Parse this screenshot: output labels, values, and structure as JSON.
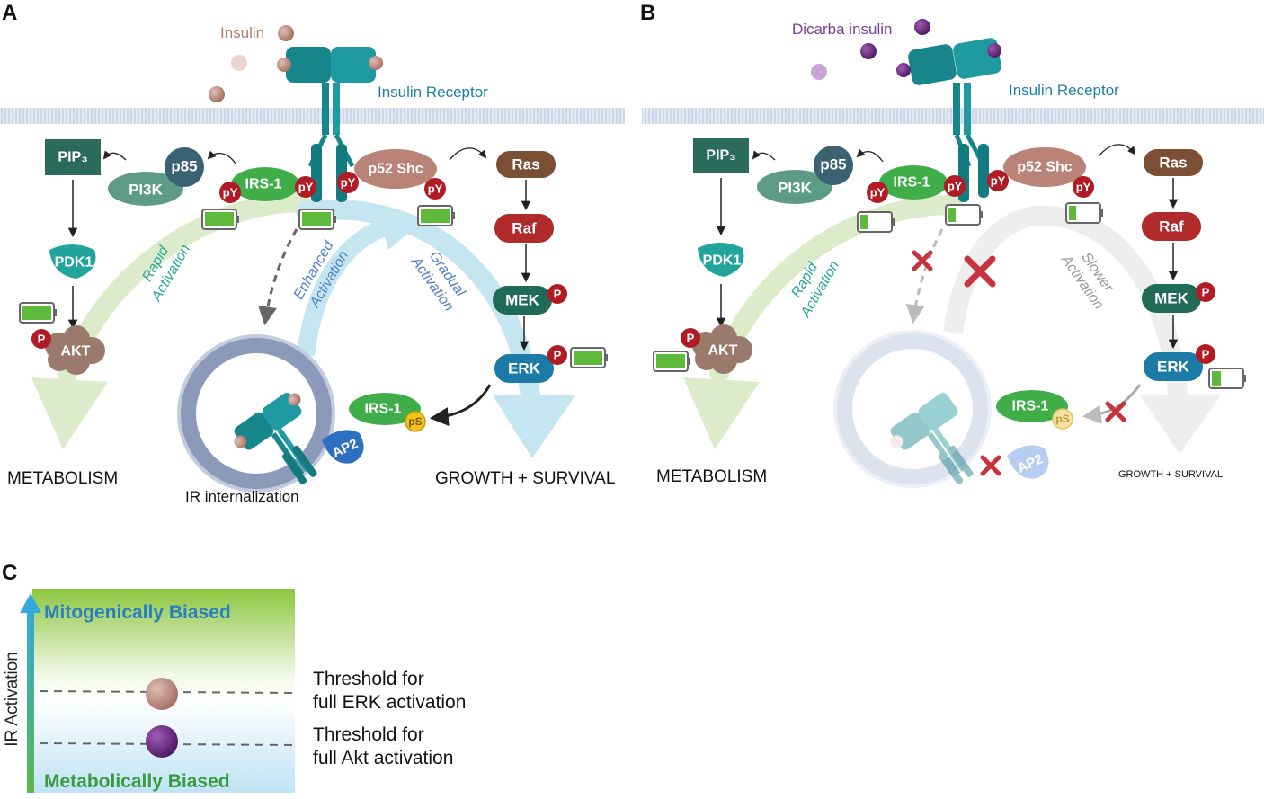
{
  "panels": {
    "a": {
      "label": "A",
      "ligand": "Insulin",
      "receptor": "Insulin Receptor",
      "metabolism": "METABOLISM",
      "growth": "GROWTH + SURVIVAL",
      "internalization": "IR internalization",
      "rapid": [
        "Rapid",
        "Activation"
      ],
      "enhanced": [
        "Enhanced",
        "Activation"
      ],
      "gradual": [
        "Gradual",
        "Activation"
      ]
    },
    "b": {
      "label": "B",
      "ligand": "Dicarba insulin",
      "receptor": "Insulin Receptor",
      "metabolism": "METABOLISM",
      "growth": "GROWTH + SURVIVAL",
      "rapid": [
        "Rapid",
        "Activation"
      ],
      "slower": [
        "Slower",
        "Activation"
      ]
    },
    "c": {
      "label": "C",
      "top": "Mitogenically Biased",
      "bottom": "Metabolically Biased",
      "axis": "IR Activation",
      "threshold_erk": [
        "Threshold for",
        "full ERK activation"
      ],
      "threshold_akt": [
        "Threshold for",
        "full Akt activation"
      ]
    }
  },
  "nodes": {
    "pip3": "PIP₃",
    "p85": "p85",
    "pi3k": "PI3K",
    "irs1": "IRS-1",
    "pY": "pY",
    "p52shc": "p52 Shc",
    "ras": "Ras",
    "raf": "Raf",
    "mek": "MEK",
    "erk": "ERK",
    "pdk1": "PDK1",
    "akt": "AKT",
    "p": "P",
    "pS": "pS",
    "ap2": "AP2"
  },
  "colors": {
    "insulin": "#b8877a",
    "dicarba": "#7a2f8e",
    "receptor": "#1b8a8f",
    "membrane": "#c9d3e6",
    "metab_arrow": "#d6e9c4",
    "growth_arrow": "#bfe3ef",
    "irs": "#3fae49",
    "shc": "#b98378",
    "ras": "#7a4f34",
    "raf": "#b02a2a",
    "mek": "#1f6b55",
    "erk": "#1c7aa6",
    "pdk1": "#21a59a",
    "akt": "#9a7a6c",
    "pip3": "#2a6b5a",
    "pi3k": "#5e9b86",
    "p85": "#3a6272",
    "pbadge": "#b11b25",
    "ap2": "#2d6fc1"
  }
}
